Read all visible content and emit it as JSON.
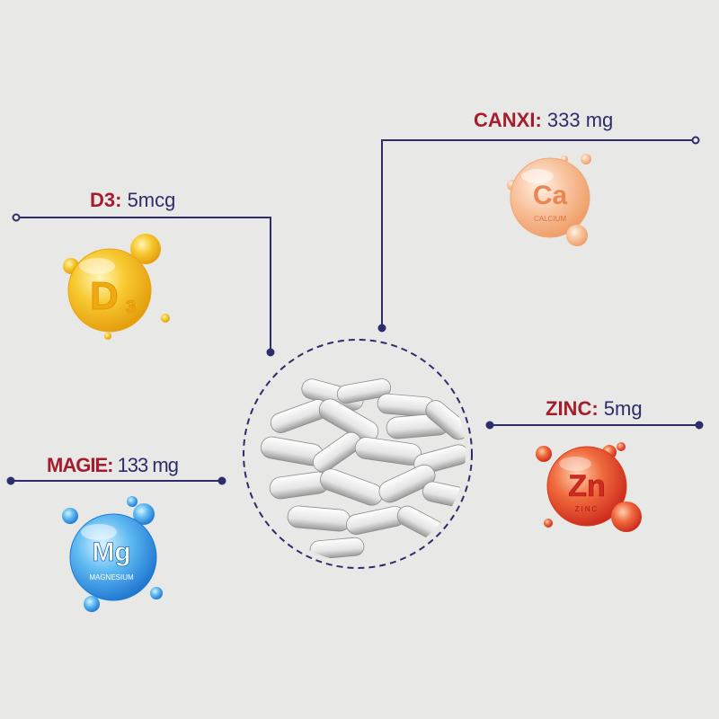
{
  "nutrients": {
    "d3": {
      "name": "D3:",
      "value": " 5mcg",
      "symbol": "D",
      "subscript": "3",
      "color": "#f1b11c"
    },
    "ca": {
      "name": "CANXI:",
      "value": " 333 mg",
      "symbol": "Ca",
      "full_name": "CALCIUM",
      "color": "#f4a06a"
    },
    "zn": {
      "name": "ZINC:",
      "value": " 5mg",
      "symbol": "Zn",
      "full_name": "ZINC",
      "color": "#e4462c"
    },
    "mg": {
      "name": "MAGIE:",
      "value": " 133 mg",
      "symbol": "Mg",
      "full_name": "MAGNESIUM",
      "color": "#2e9ae6"
    }
  },
  "colors": {
    "line": "#2e2c6b",
    "label_name": "#a51d2d",
    "label_value": "#2e2c6b",
    "background": "#e8e8e6"
  }
}
